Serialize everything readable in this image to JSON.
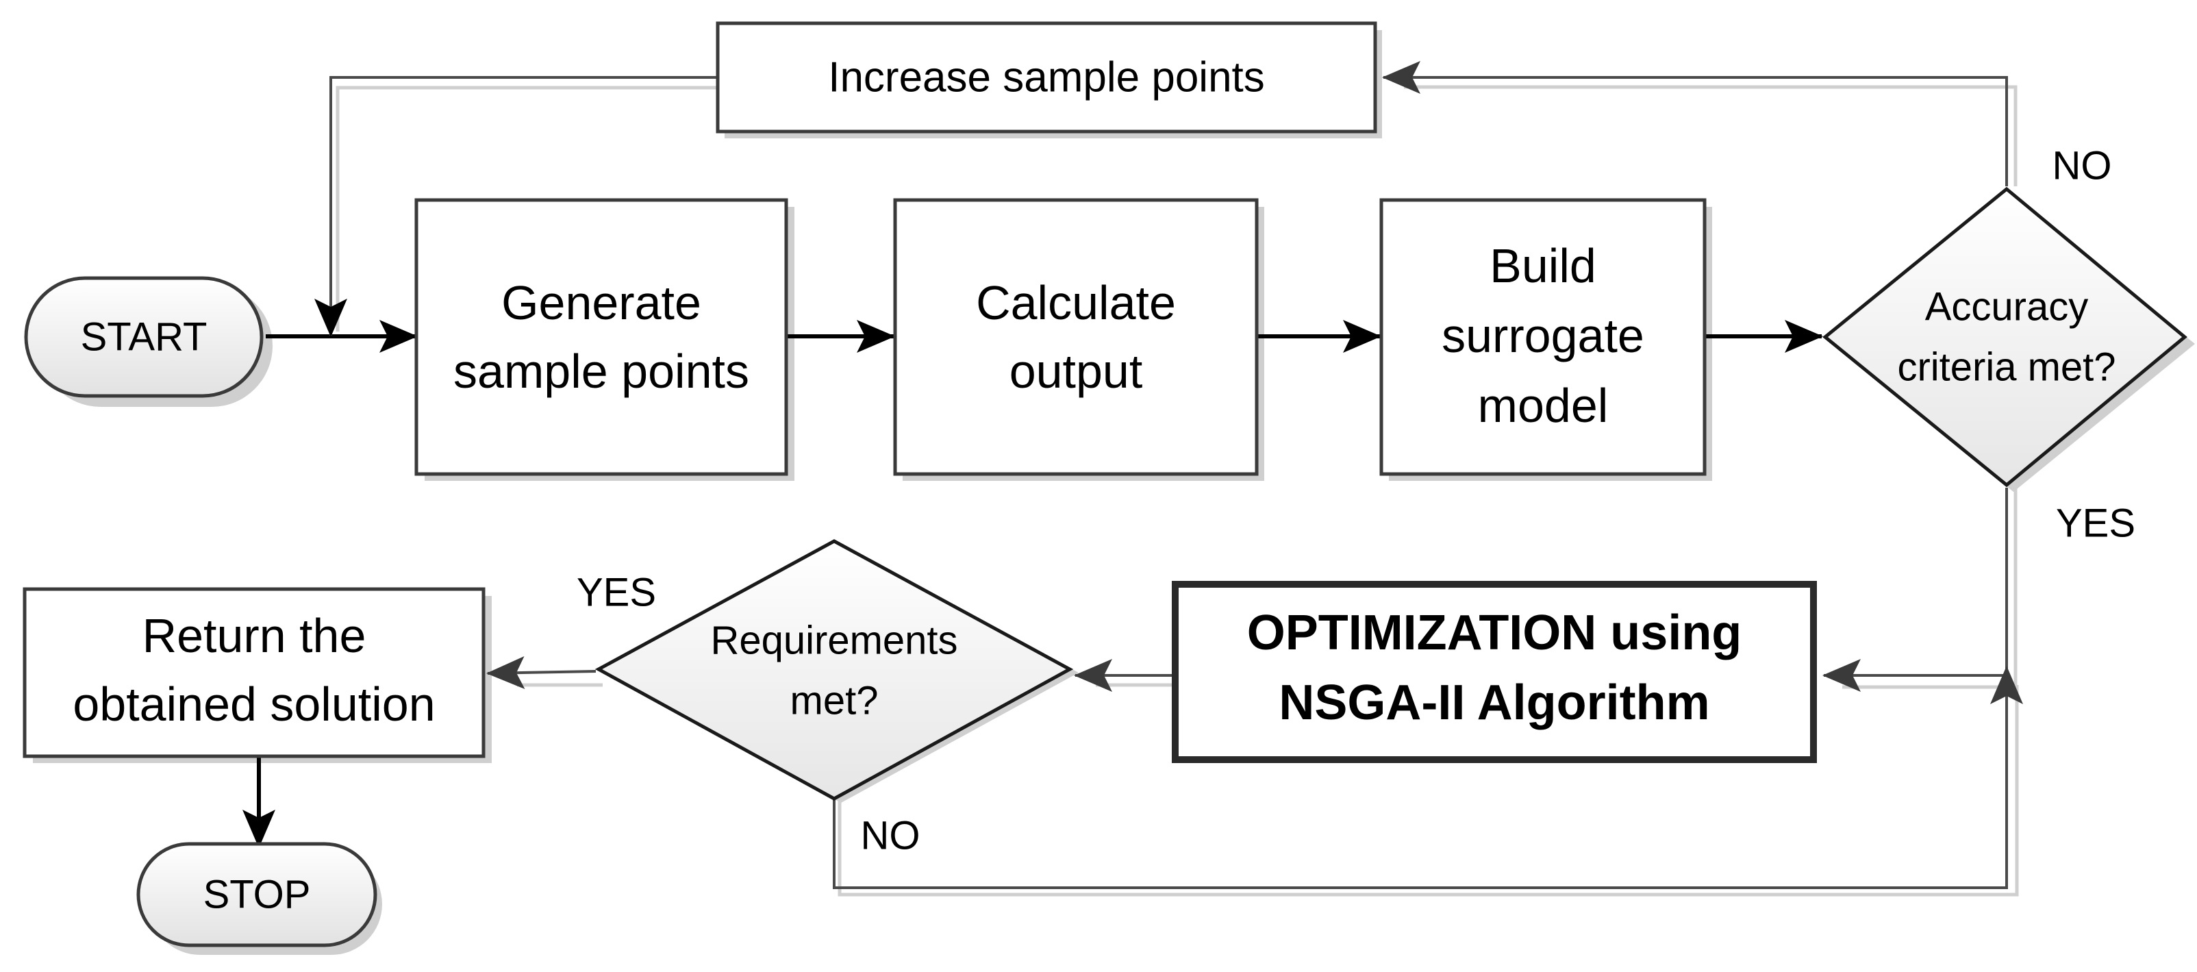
{
  "nodes": {
    "start": {
      "label": "START"
    },
    "stop": {
      "label": "STOP"
    },
    "increase_sample_points": {
      "label": "Increase sample points"
    },
    "generate_sample_points": {
      "lines": [
        "Generate",
        "sample points"
      ]
    },
    "calculate_output": {
      "lines": [
        "Calculate",
        "output"
      ]
    },
    "build_surrogate_model": {
      "lines": [
        "Build",
        "surrogate",
        "model"
      ]
    },
    "accuracy_criteria": {
      "lines": [
        "Accuracy",
        "criteria met?"
      ]
    },
    "optimization": {
      "lines": [
        "OPTIMIZATION using",
        "NSGA-II Algorithm"
      ]
    },
    "requirements_met": {
      "lines": [
        "Requirements",
        "met?"
      ]
    },
    "return_solution": {
      "lines": [
        "Return the",
        "obtained solution"
      ]
    }
  },
  "edge_labels": {
    "accuracy_no": "NO",
    "accuracy_yes": "YES",
    "requirements_yes": "YES",
    "requirements_no": "NO"
  },
  "colors": {
    "stroke": "#3a3a3a",
    "shadow": "#cfcfcf",
    "terminal_fill_light": "#ffffff",
    "terminal_fill_dark": "#e2e2e2"
  }
}
